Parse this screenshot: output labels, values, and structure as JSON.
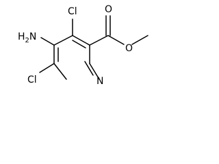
{
  "molecule": {
    "atoms": {
      "amino": "H2N",
      "cl_top": "Cl",
      "cl_bottom": "Cl",
      "ring_n": "N",
      "carbonyl_o": "O",
      "ester_o": "O"
    }
  },
  "colors": {
    "bond": "#000000",
    "text": "#000000",
    "background": "#ffffff"
  }
}
